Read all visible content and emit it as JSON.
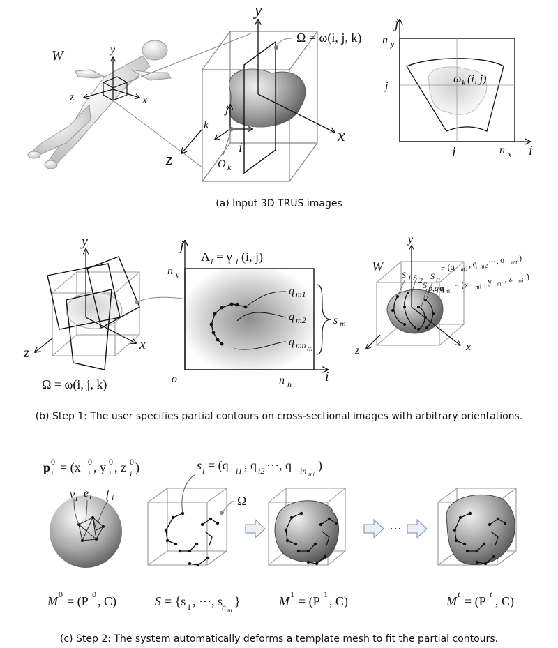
{
  "panel_a": {
    "caption": "(a) Input 3D TRUS images",
    "world_label": "W",
    "body_axes": {
      "y": "y",
      "z": "z",
      "x": "x"
    },
    "volume_axes": {
      "y": "y",
      "z": "z",
      "x": "x",
      "i": "i",
      "j": "j",
      "k": "k"
    },
    "volume_eq": "Ω = ω(i, j, k)",
    "origin_label": "O",
    "origin_sub": "k",
    "slice_axes": {
      "j": "j",
      "i": "i",
      "ny": "n",
      "ny_sub": "y",
      "nx": "n",
      "nx_sub": "x",
      "j_tick": "j",
      "i_tick": "i"
    },
    "slice_eq": "ω",
    "slice_eq_sub": "k",
    "slice_eq_args": "(i, j)"
  },
  "panel_b": {
    "caption": "(b) Step 1: The user specifies partial contours on cross-sectional images with arbitrary orientations.",
    "axes": {
      "y": "y",
      "z": "z",
      "x": "x"
    },
    "volume_eq": "Ω = ω(i, j, k)",
    "image_eq": "Λ",
    "image_eq_sub": "l",
    "image_eq_rhs": "= γ",
    "image_eq_rhs_sub": "l",
    "image_eq_args": "(i, j)",
    "image_axes": {
      "j": "j",
      "i": "i",
      "o": "o",
      "nv": "n",
      "nv_sub": "v",
      "nh": "n",
      "nh_sub": "h"
    },
    "points": [
      "q",
      "q",
      "q"
    ],
    "point_subs": [
      "m1",
      "m2",
      "mn"
    ],
    "point_subsub": "m",
    "contour_label": "s",
    "contour_sub": "m",
    "world_label": "W",
    "world_axes": {
      "y": "y",
      "z": "z",
      "x": "x"
    },
    "contour_labels": [
      "S",
      "S",
      "S",
      "S"
    ],
    "contour_label_subs": [
      "1",
      "2",
      "n",
      "p,q"
    ],
    "contour_eq": "= (q",
    "contour_eq_tail": ", q",
    "contour_eq_subs": [
      "m1",
      "m2"
    ],
    "contour_eq_end": "···, q",
    "contour_eq_end_sub": "mn",
    "point_eq": "q",
    "point_eq_sub": "mi",
    "point_eq_rhs": "= (x",
    "point_eq_rhs_parts": [
      "mi",
      ", y",
      "mi",
      ", z",
      "mi",
      ")"
    ]
  },
  "panel_c": {
    "caption": "(c) Step 2: The system automatically deforms a template mesh to fit the partial contours.",
    "vertex_eq_lhs": "p",
    "vertex_eq_sub": "i",
    "vertex_eq_sup": "0",
    "vertex_eq_rhs": "= (x",
    "vertex_eq_parts": [
      "i",
      "0",
      ", y",
      "i",
      "0",
      ", z",
      "i",
      "0",
      ")"
    ],
    "mesh_labels": [
      "v",
      "e",
      "f"
    ],
    "mesh_label_sub": "i",
    "contour_eq": "s",
    "contour_eq_sub": "i",
    "contour_eq_rhs": "= (q",
    "contour_eq_parts": [
      "i1",
      ", q",
      "i2",
      " ···, q",
      "in",
      "mi",
      ")"
    ],
    "omega_label": "Ω",
    "ellipsis": "···",
    "formulas": [
      {
        "lhs": "M",
        "sup": "0",
        "rhs": "= (P",
        "rhs_sup": "0",
        "tail": ", C)"
      },
      {
        "lhs": "S",
        "rhs": "= {s",
        "sub1": "1",
        "mid": ", ···, s",
        "sub2": "n",
        "subsub": "m",
        "tail": "}"
      },
      {
        "lhs": "M",
        "sup": "1",
        "rhs": "= (P",
        "rhs_sup": "1",
        "tail": ", C)"
      },
      {
        "lhs": "M",
        "sup": "t",
        "rhs": "= (P",
        "rhs_sup": "t",
        "tail": ", C)"
      }
    ]
  }
}
